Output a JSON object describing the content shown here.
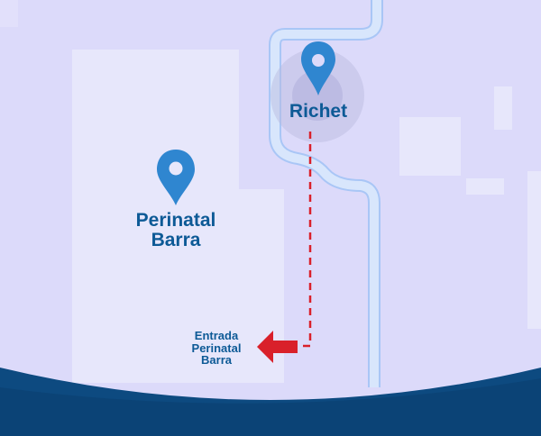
{
  "map": {
    "locations": [
      {
        "name": "Richet",
        "icon": "map-pin-icon"
      },
      {
        "name_line1": "Perinatal",
        "name_line2": "Barra",
        "icon": "map-pin-icon"
      }
    ],
    "entrance": {
      "line1": "Entrada",
      "line2": "Perinatal",
      "line3": "Barra",
      "icon": "arrow-left-icon"
    },
    "colors": {
      "pin": "#2f86d0",
      "label": "#0d5a96",
      "route": "#d9202a",
      "road": "#d8e6fc",
      "footer": "#0d4a80"
    }
  }
}
